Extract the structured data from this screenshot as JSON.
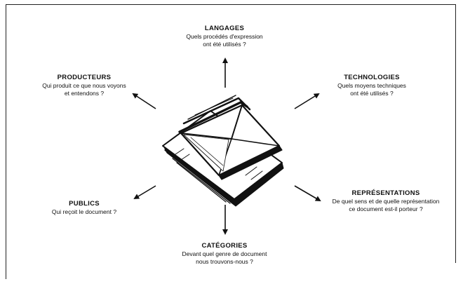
{
  "nodes": {
    "langages": {
      "title": "LANGAGES",
      "q1": "Quels procédés d'expression",
      "q2": "ont été utilisés ?"
    },
    "producteurs": {
      "title": "PRODUCTEURS",
      "q1": "Qui produit ce que nous voyons",
      "q2": "et entendons ?"
    },
    "technologies": {
      "title": "TECHNOLOGIES",
      "q1": "Quels moyens techniques",
      "q2": "ont été utilisés ?"
    },
    "publics": {
      "title": "PUBLICS",
      "q1": "Qui reçoit le document ?"
    },
    "representations": {
      "title": "REPRÉSENTATIONS",
      "q1": "De quel sens et de quelle représentation",
      "q2": "ce document est-il porteur ?"
    },
    "categories": {
      "title": "CATÉGORIES",
      "q1": "Devant quel genre de document",
      "q2": "nous trouvons-nous ?"
    }
  },
  "center_icon": "envelope-letters-icon",
  "colors": {
    "ink": "#111111",
    "background": "#ffffff"
  }
}
